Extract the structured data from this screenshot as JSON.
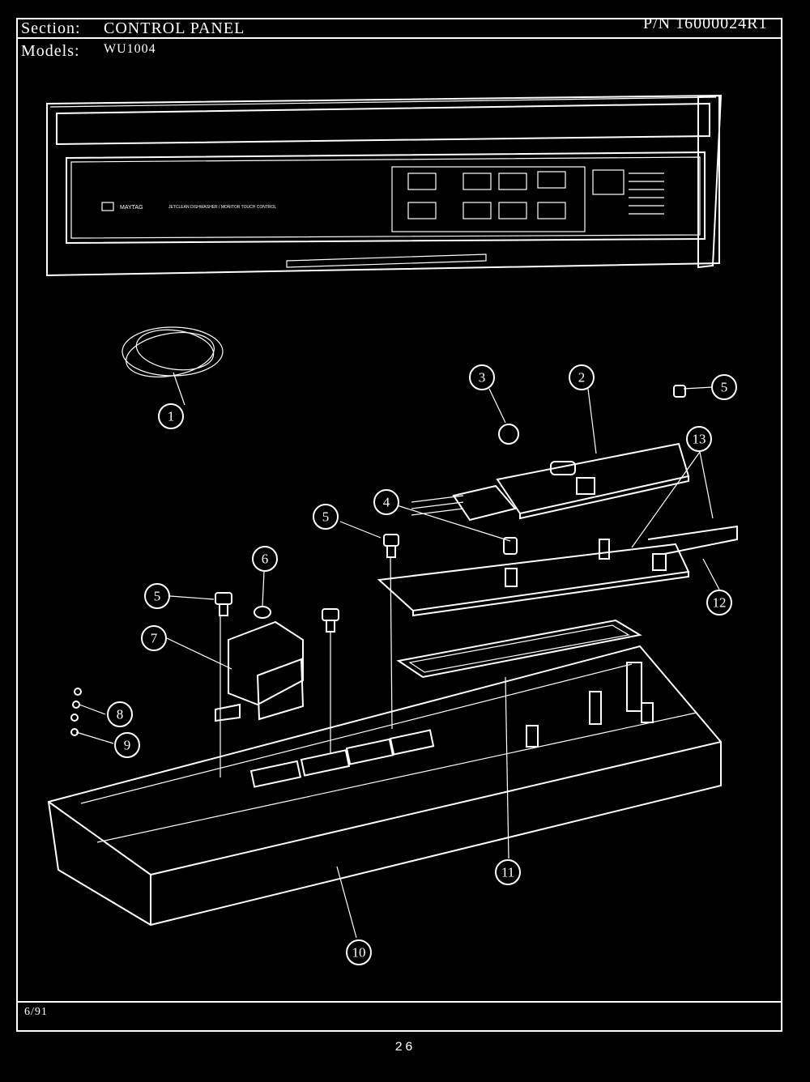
{
  "header": {
    "section_label": "Section:",
    "section_value": "CONTROL PANEL",
    "pn": "P/N 16000024R1",
    "models_label": "Models:",
    "models_value": "WU1004"
  },
  "footer": {
    "date_code": "6/91",
    "page_number": "26"
  },
  "panel_display": {
    "brand": "MAYTAG",
    "subtitle": "JETCLEAN DISHWASHER / MONITOR TOUCH CONTROL"
  },
  "callouts": [
    "1",
    "2",
    "3",
    "4",
    "5",
    "5",
    "5",
    "6",
    "7",
    "8",
    "9",
    "10",
    "11",
    "12",
    "13"
  ]
}
